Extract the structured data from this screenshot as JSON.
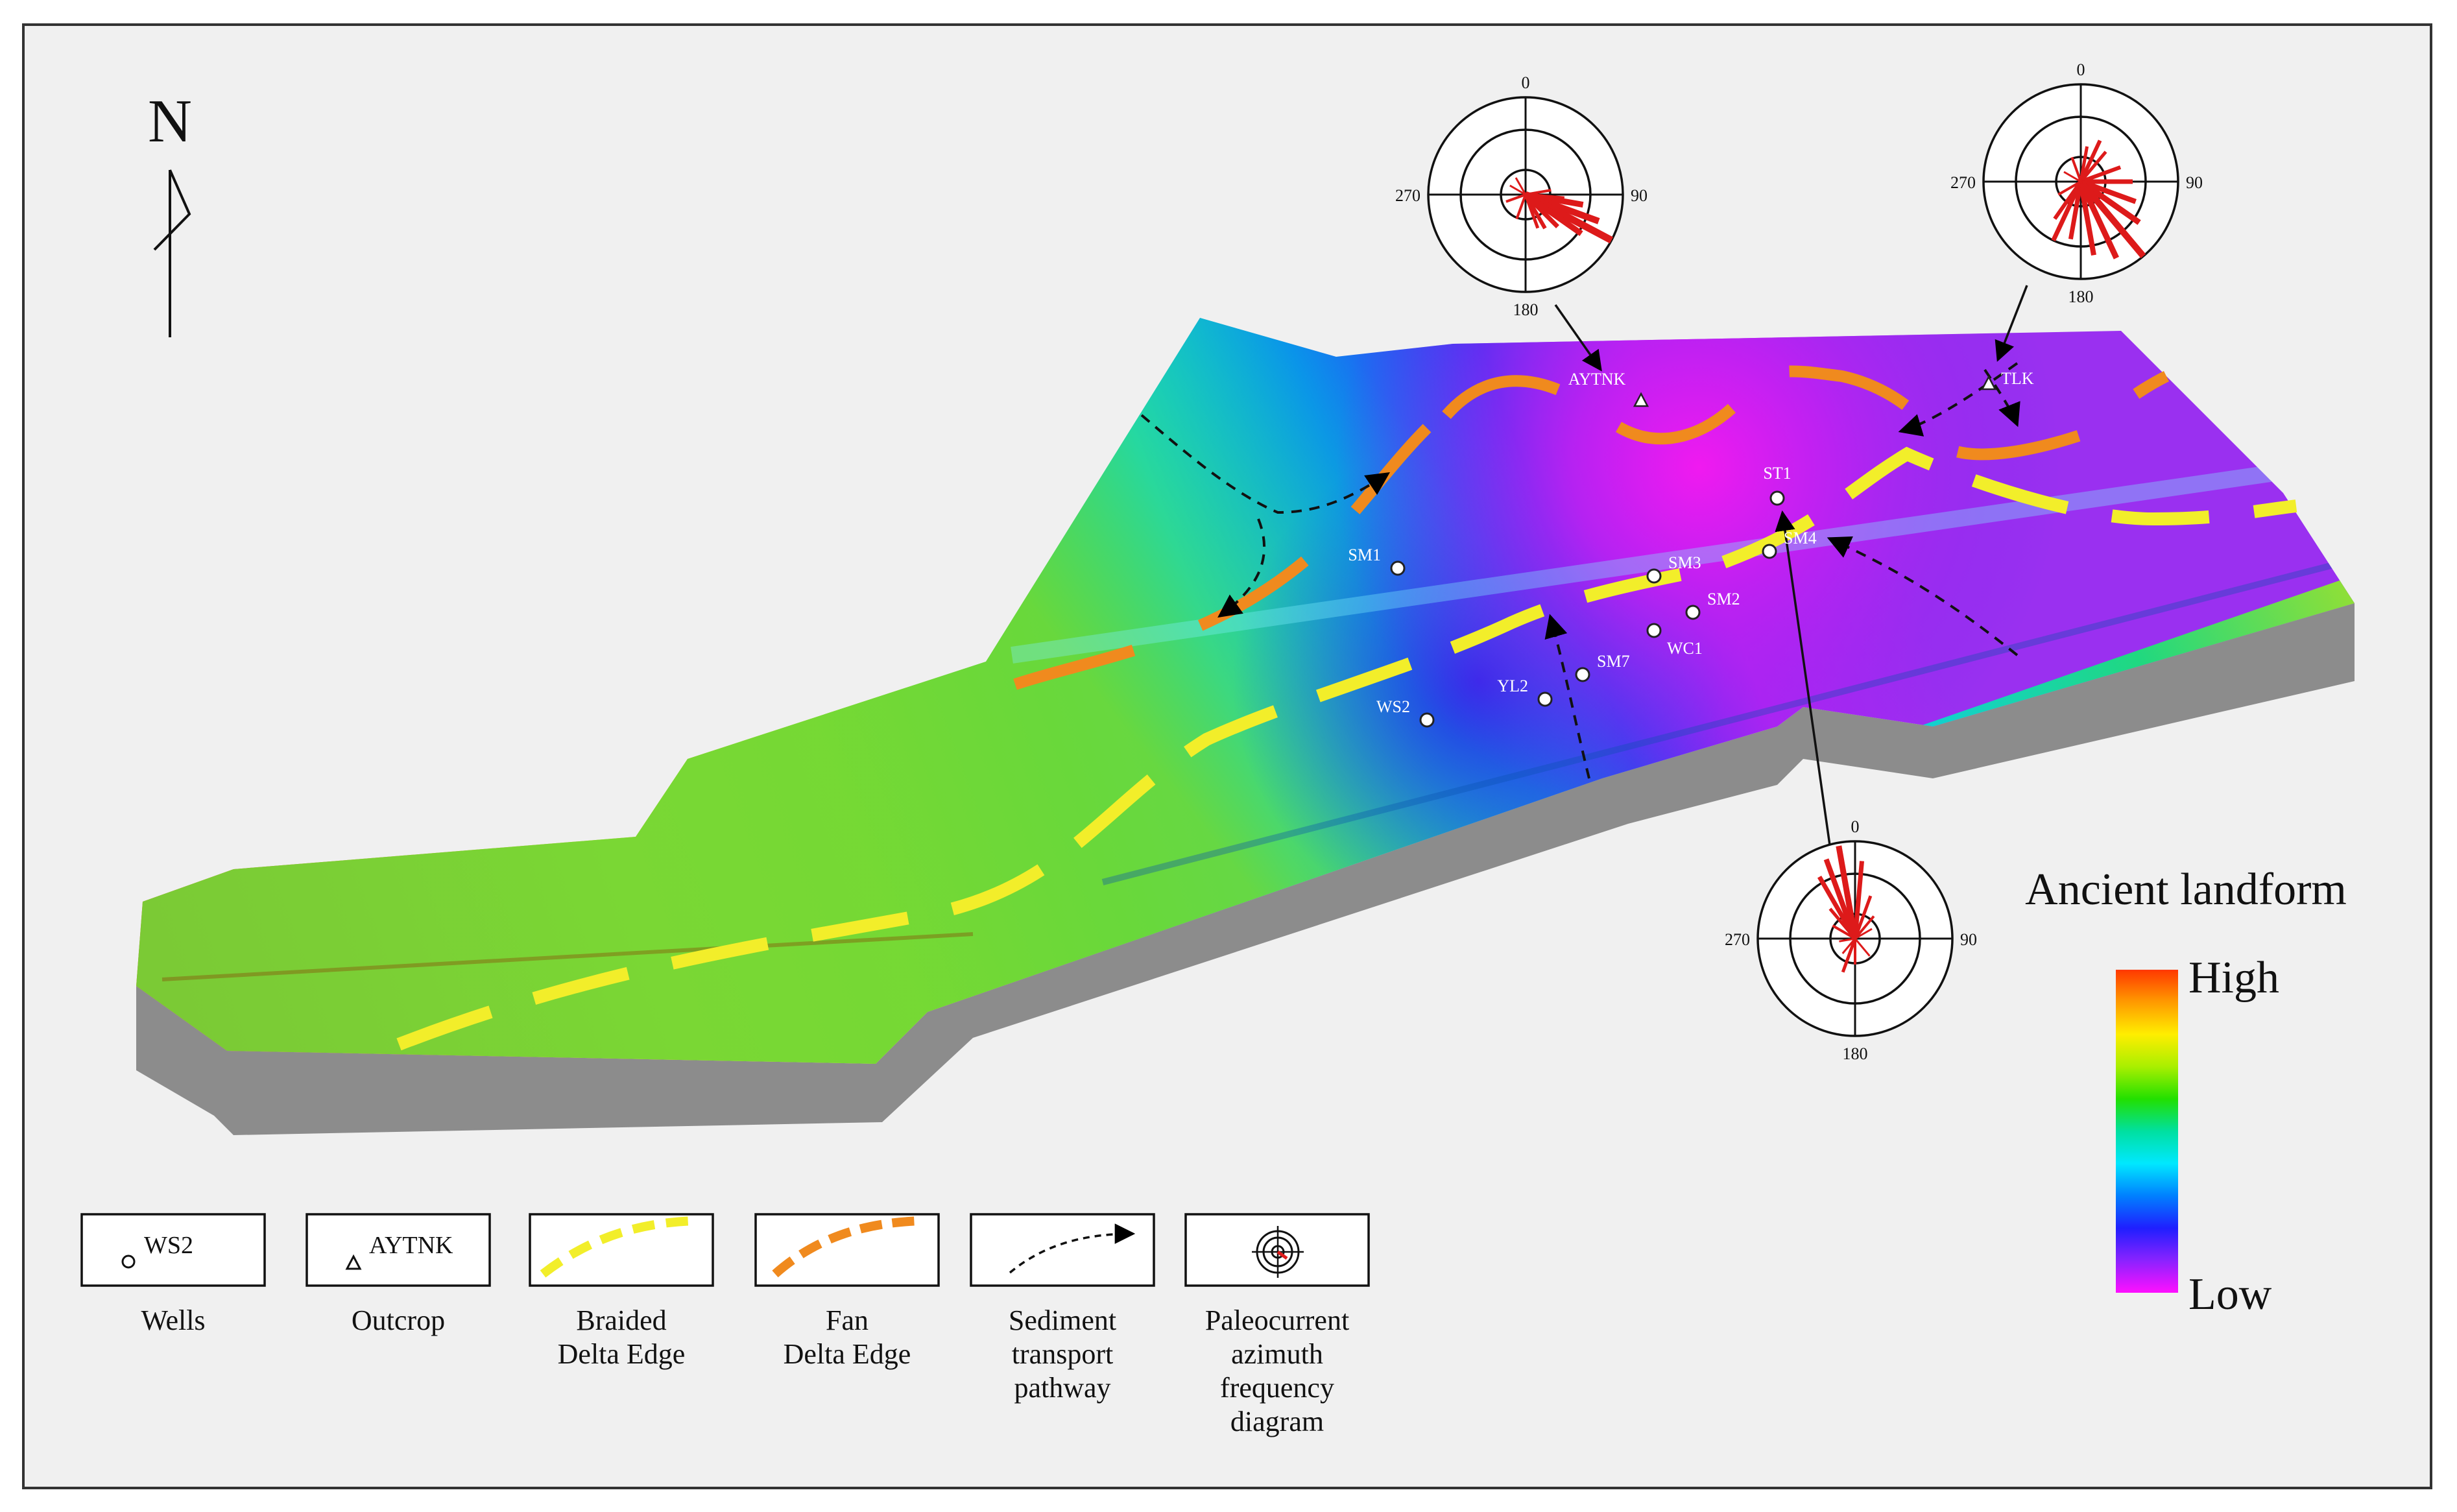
{
  "north": {
    "label": "N"
  },
  "colorbar": {
    "title": "Ancient landform",
    "high": "High",
    "low": "Low",
    "stops": [
      "#ff3800",
      "#ff9a00",
      "#ffee00",
      "#a9ef00",
      "#22e000",
      "#00e0a0",
      "#00e8ff",
      "#0080ff",
      "#1f1fff",
      "#8a22ff",
      "#ff10ff"
    ]
  },
  "wells": [
    {
      "id": "SM1",
      "label": "SM1"
    },
    {
      "id": "SM3",
      "label": "SM3"
    },
    {
      "id": "SM2",
      "label": "SM2"
    },
    {
      "id": "WC1",
      "label": "WC1"
    },
    {
      "id": "SM7",
      "label": "SM7"
    },
    {
      "id": "YL2",
      "label": "YL2"
    },
    {
      "id": "WS2",
      "label": "WS2"
    },
    {
      "id": "ST1",
      "label": "ST1"
    },
    {
      "id": "SM4",
      "label": "SM4"
    }
  ],
  "outcrops": [
    {
      "id": "AYTNK",
      "label": "AYTNK"
    },
    {
      "id": "TLK",
      "label": "TLK"
    }
  ],
  "rose_labels": {
    "n": "0",
    "e": "90",
    "s": "180",
    "w": "270"
  },
  "legend": [
    {
      "key": "wells",
      "sample": "WS2",
      "caption": [
        "Wells"
      ]
    },
    {
      "key": "outcrop",
      "sample": "AYTNK",
      "caption": [
        "Outcrop"
      ]
    },
    {
      "key": "braided",
      "sample": "",
      "caption": [
        "Braided",
        "Delta Edge"
      ]
    },
    {
      "key": "fan",
      "sample": "",
      "caption": [
        "Fan",
        "Delta Edge"
      ]
    },
    {
      "key": "sediment",
      "sample": "",
      "caption": [
        "Sediment",
        "transport",
        "pathway"
      ]
    },
    {
      "key": "rose",
      "sample": "",
      "caption": [
        "Paleocurrent",
        "azimuth",
        "frequency",
        "diagram"
      ]
    }
  ],
  "colors": {
    "braided_edge": "#f2ee2a",
    "fan_edge": "#f08a1e",
    "rose_petal": "#dd1a1a",
    "base_gray": "#8c8c8c",
    "background": "#f0f0f0"
  }
}
